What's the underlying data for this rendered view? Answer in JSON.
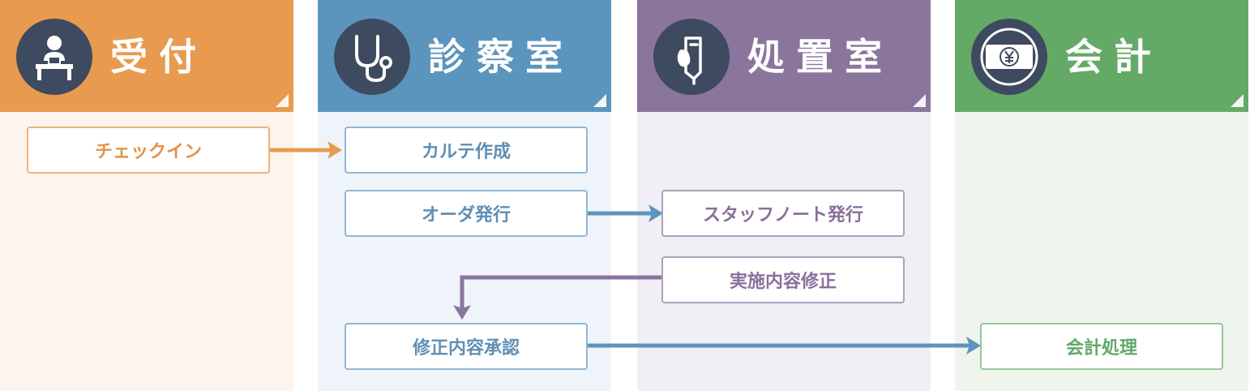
{
  "colors": {
    "reception": "#e89b4e",
    "reception_bg": "#fdf4ed",
    "exam": "#5b95bd",
    "exam_bg": "#eff4fb",
    "treatment": "#8a759d",
    "treatment_bg": "#f0eff5",
    "accounting": "#65a966",
    "accounting_bg": "#eff4ec",
    "icon_bg": "#3e4a5f"
  },
  "lanes": [
    {
      "id": "reception",
      "title": "受付",
      "icon": "receptionist-desk-icon"
    },
    {
      "id": "exam",
      "title": "診察室",
      "icon": "stethoscope-icon"
    },
    {
      "id": "treatment",
      "title": "処置室",
      "icon": "iv-drip-bag-icon"
    },
    {
      "id": "accounting",
      "title": "会計",
      "icon": "yen-money-icon"
    }
  ],
  "steps": {
    "checkin": "チェックイン",
    "chart": "カルテ作成",
    "order": "オーダ発行",
    "staff_note": "スタッフノート発行",
    "fix": "実施内容修正",
    "approve": "修正内容承認",
    "billing": "会計処理"
  },
  "connections": [
    {
      "from": "checkin",
      "to": "chart"
    },
    {
      "from": "order",
      "to": "staff_note"
    },
    {
      "from": "fix",
      "to": "approve"
    },
    {
      "from": "approve",
      "to": "billing"
    }
  ]
}
